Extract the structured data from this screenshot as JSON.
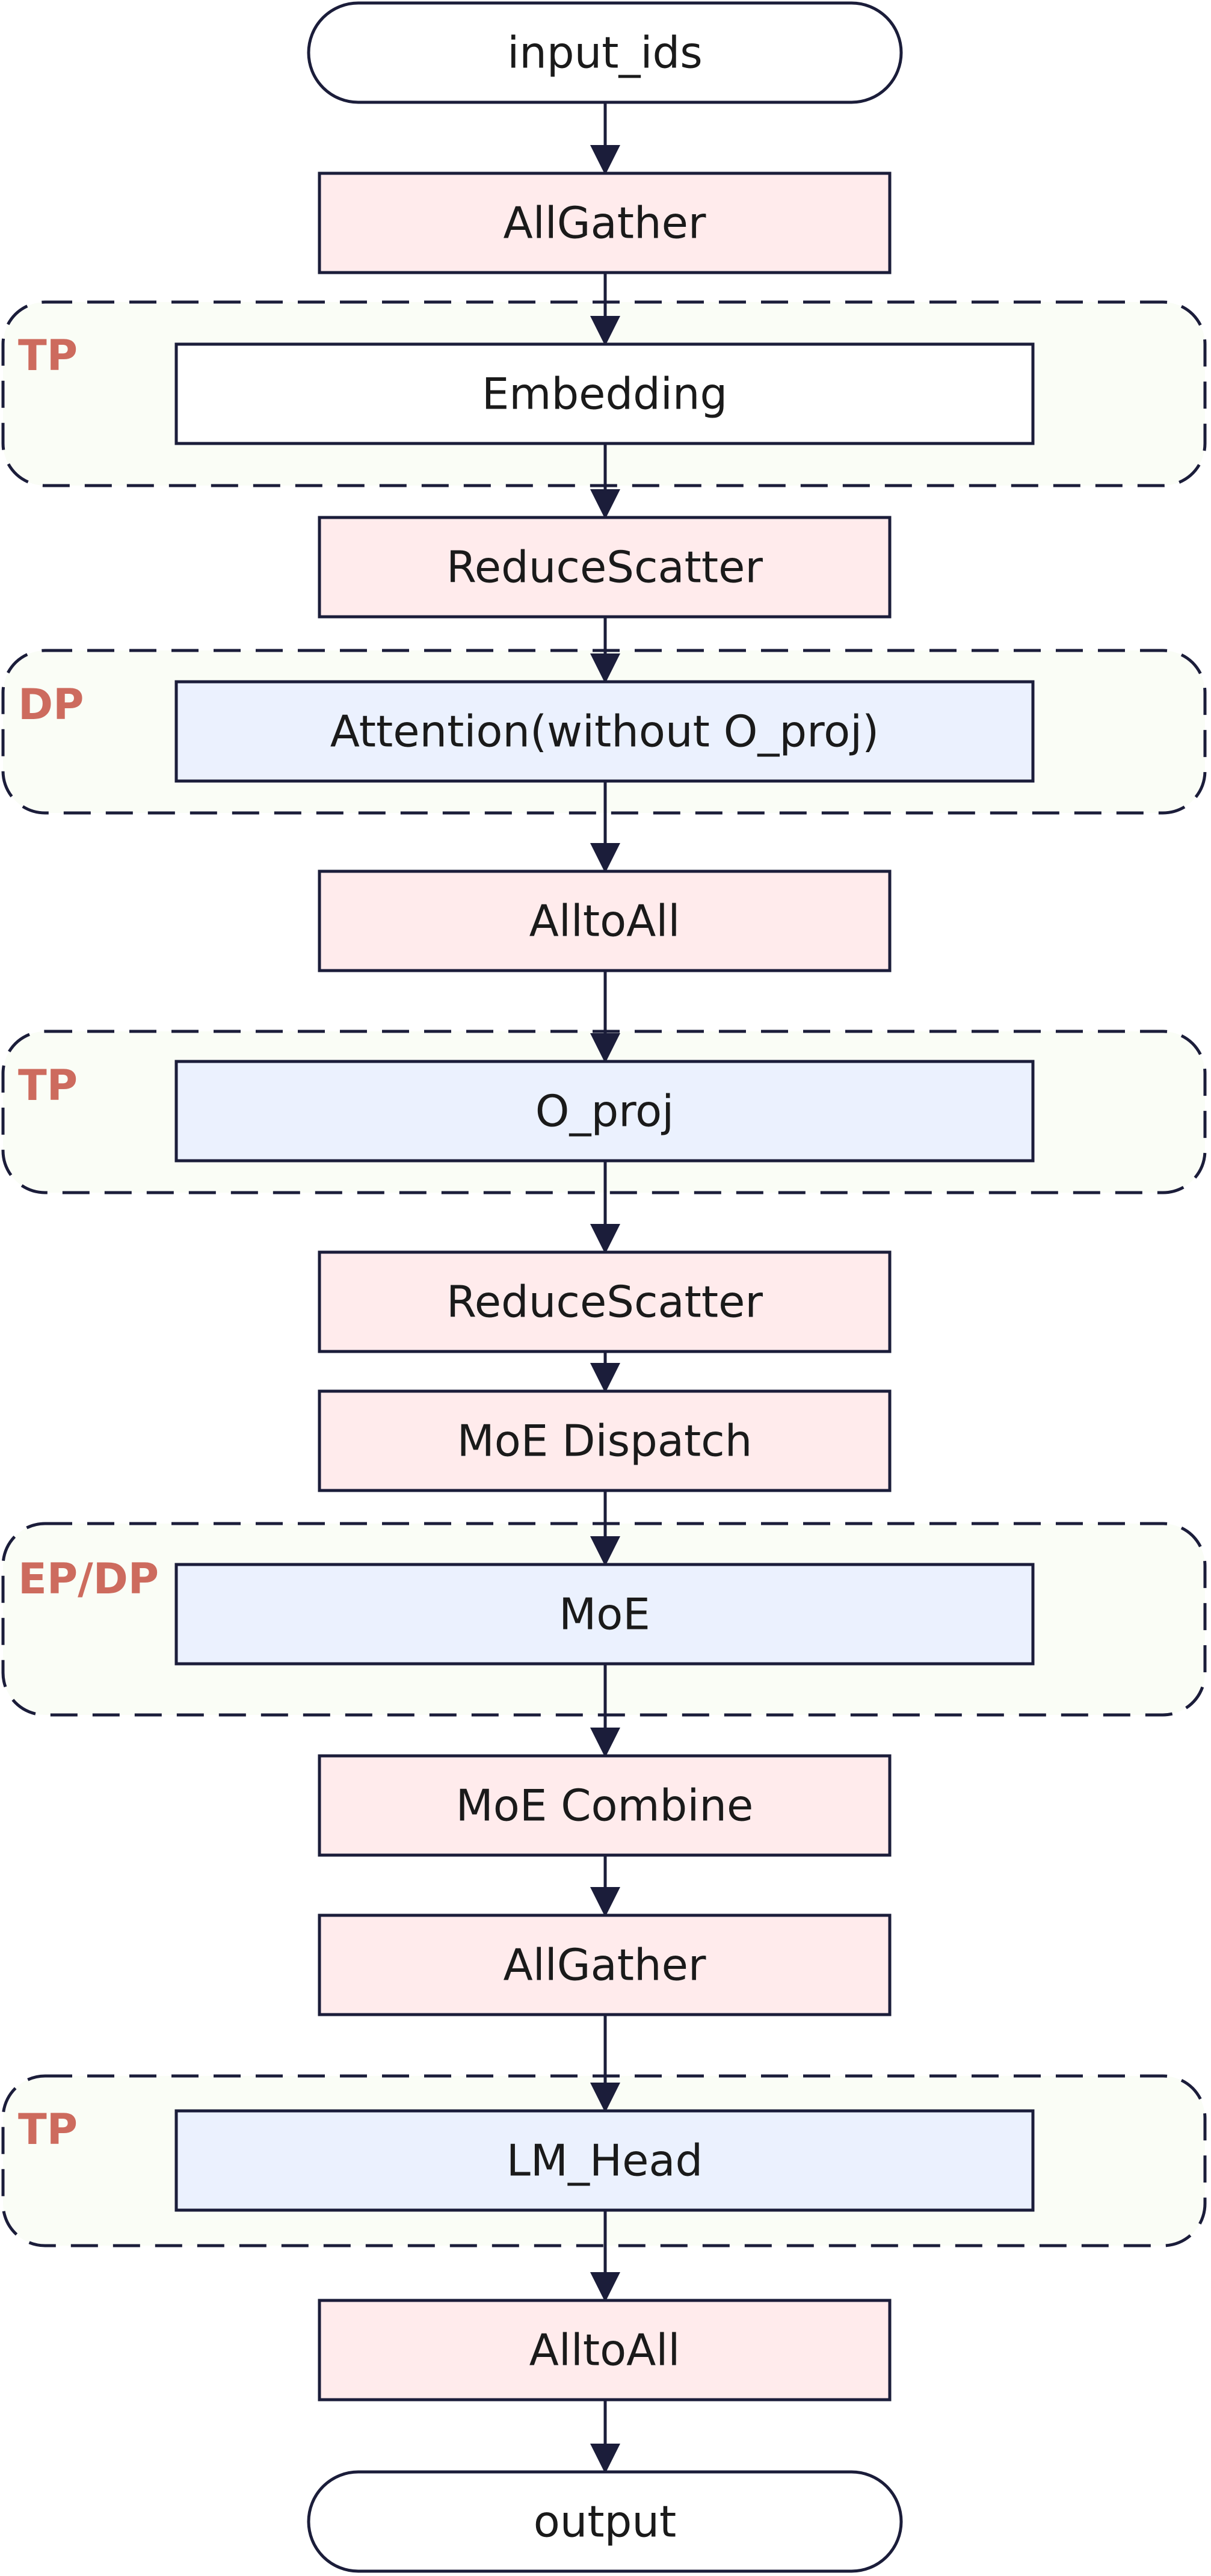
{
  "colors": {
    "comm_fill": "#ffebec",
    "compute_fill": "#ebf1fe",
    "plain_fill": "#ffffff",
    "group_fill": "#fafdf6",
    "stroke": "#1b1d3a",
    "group_label": "#cd6b5e",
    "text": "#1a1a1a"
  },
  "nodes": [
    {
      "id": "input",
      "label": "input_ids",
      "kind": "terminal"
    },
    {
      "id": "allgather1",
      "label": "AllGather",
      "kind": "comm"
    },
    {
      "id": "embedding",
      "label": "Embedding",
      "kind": "plain"
    },
    {
      "id": "reducescatter1",
      "label": "ReduceScatter",
      "kind": "comm"
    },
    {
      "id": "attention",
      "label": "Attention(without O_proj)",
      "kind": "compute"
    },
    {
      "id": "alltoall1",
      "label": "AlltoAll",
      "kind": "comm"
    },
    {
      "id": "oproj",
      "label": "O_proj",
      "kind": "compute"
    },
    {
      "id": "reducescatter2",
      "label": "ReduceScatter",
      "kind": "comm"
    },
    {
      "id": "moedispatch",
      "label": "MoE Dispatch",
      "kind": "comm"
    },
    {
      "id": "moe",
      "label": "MoE",
      "kind": "compute"
    },
    {
      "id": "moecombine",
      "label": "MoE Combine",
      "kind": "comm"
    },
    {
      "id": "allgather2",
      "label": "AllGather",
      "kind": "comm"
    },
    {
      "id": "lmhead",
      "label": "LM_Head",
      "kind": "compute"
    },
    {
      "id": "alltoall2",
      "label": "AlltoAll",
      "kind": "comm"
    },
    {
      "id": "output",
      "label": "output",
      "kind": "terminal"
    }
  ],
  "groups": [
    {
      "id": "tp1",
      "label": "TP",
      "contains": "embedding"
    },
    {
      "id": "dp",
      "label": "DP",
      "contains": "attention"
    },
    {
      "id": "tp2",
      "label": "TP",
      "contains": "oproj"
    },
    {
      "id": "epdp",
      "label": "EP/DP",
      "contains": "moe"
    },
    {
      "id": "tp3",
      "label": "TP",
      "contains": "lmhead"
    }
  ]
}
